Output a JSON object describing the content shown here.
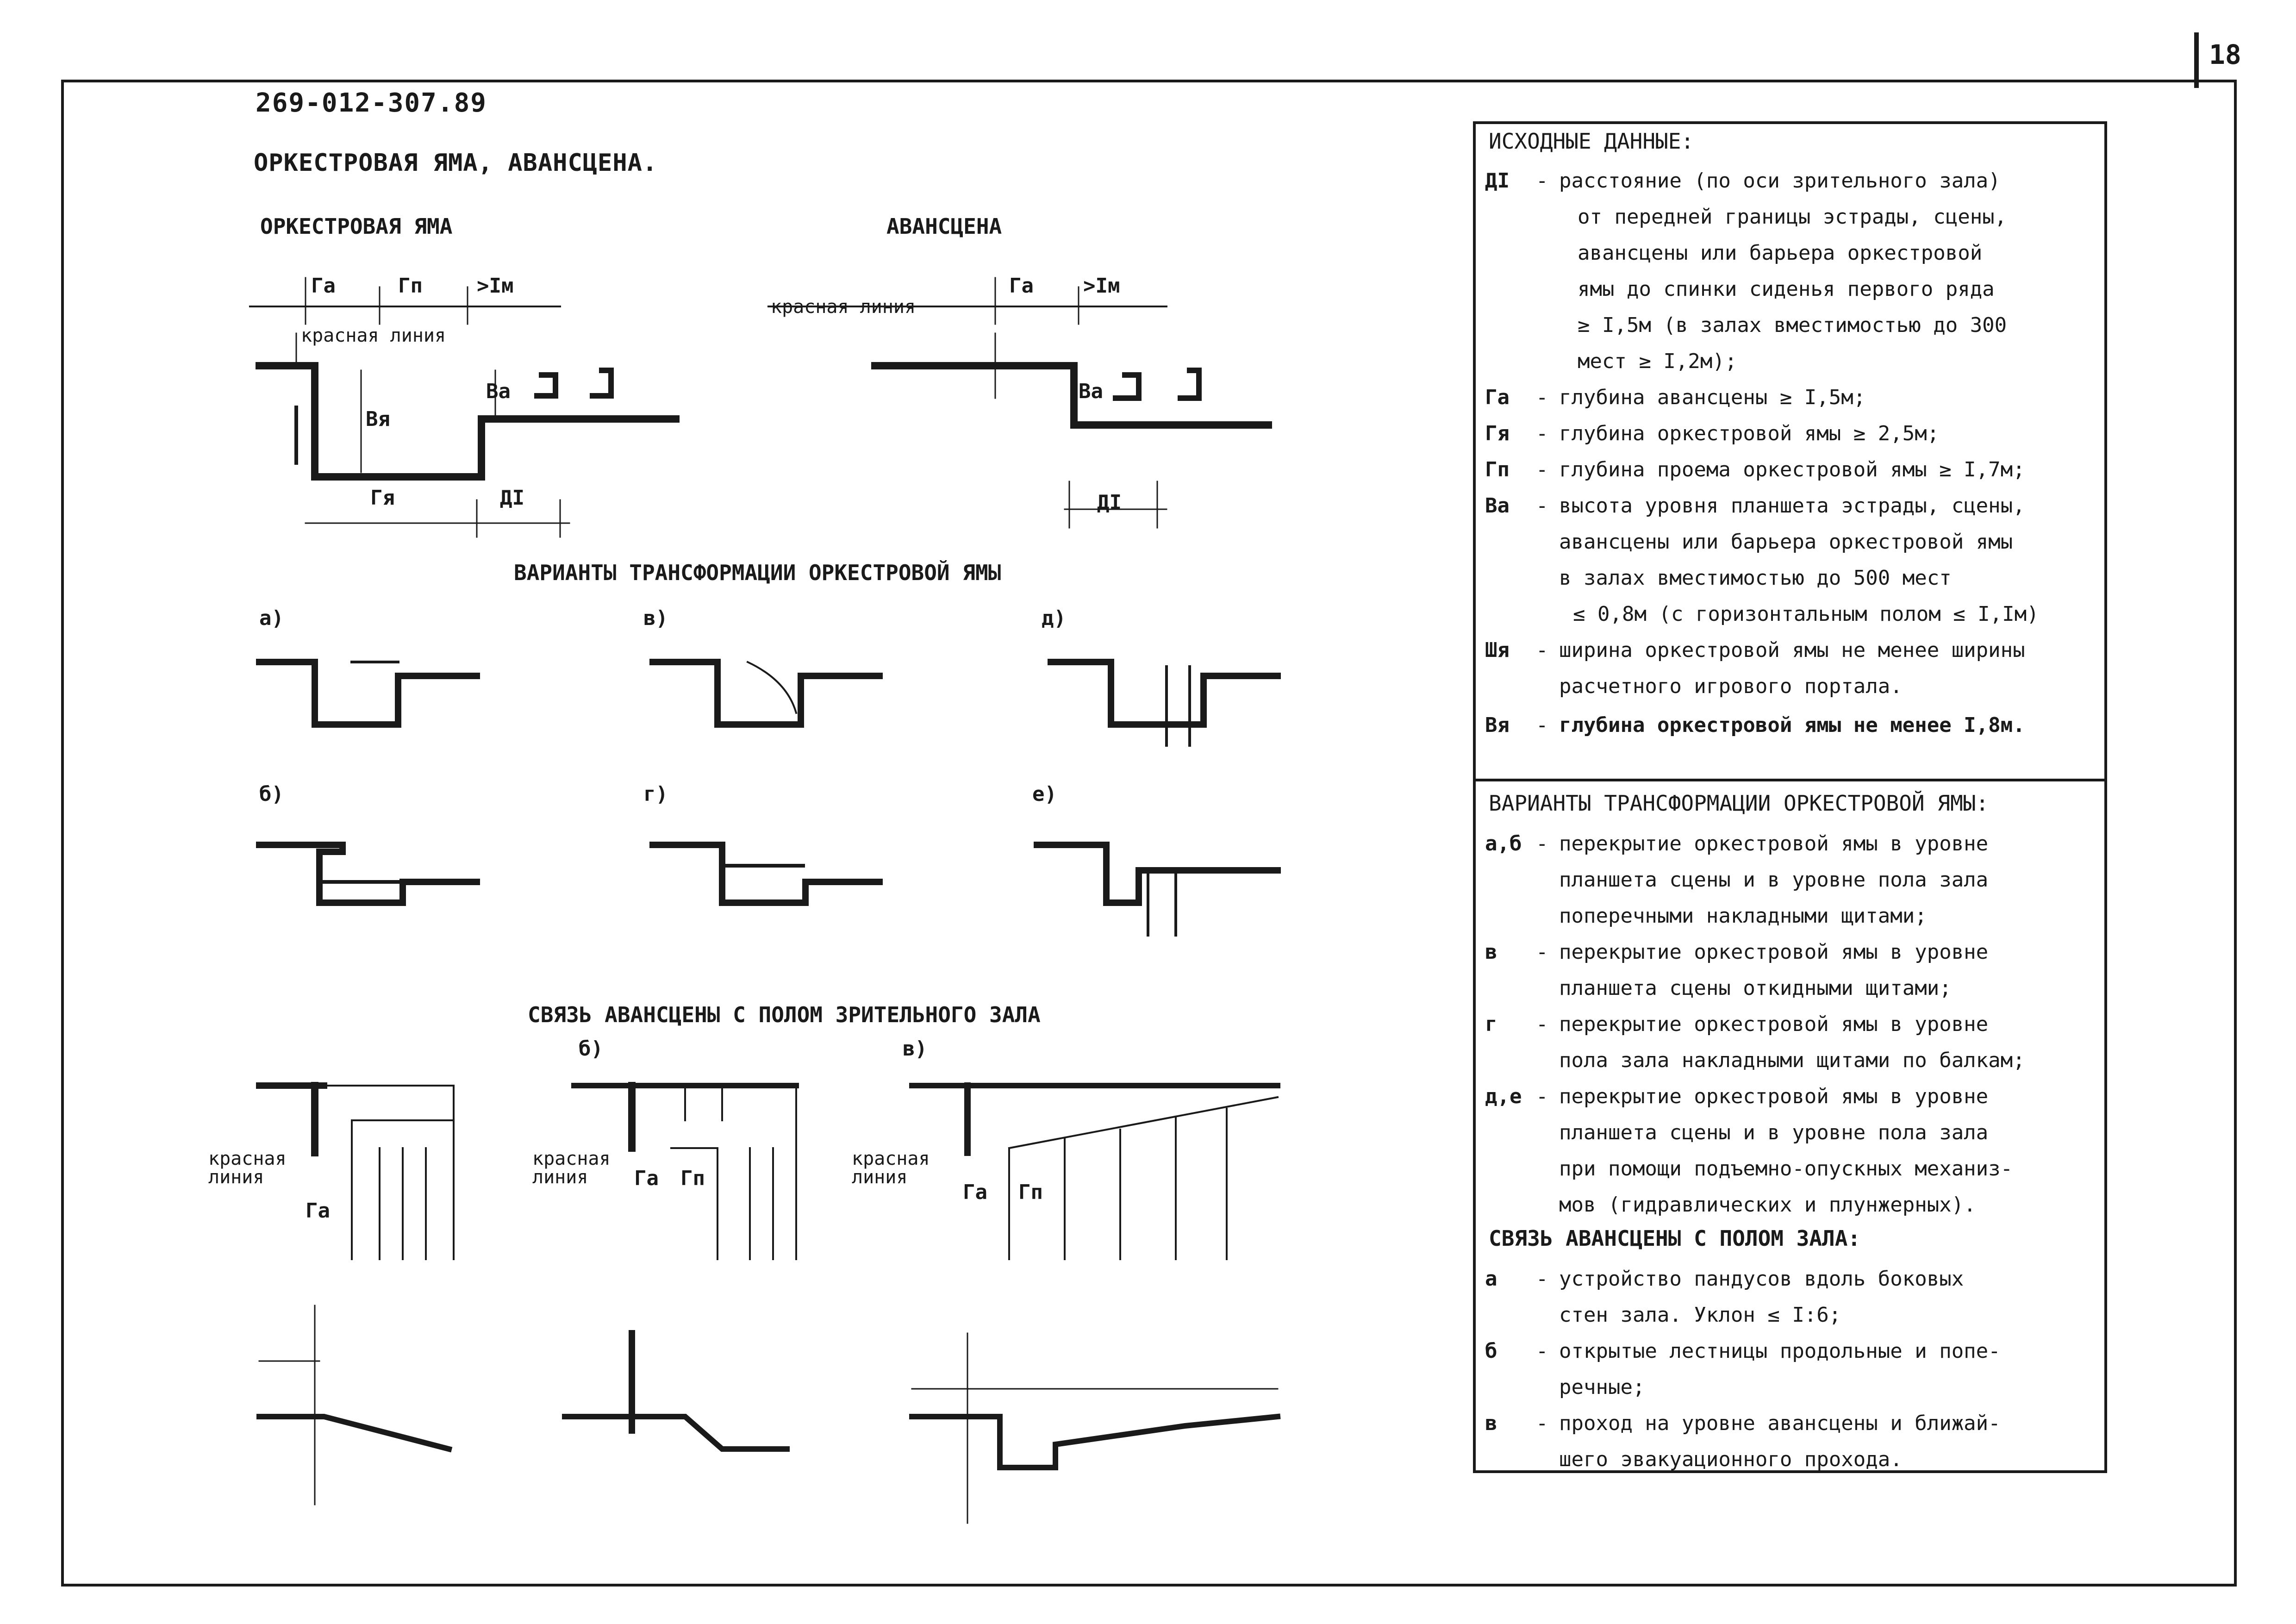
{
  "page_number": "18",
  "document_code": "269-012-307.89",
  "sheet_title": "ОРКЕСТРОВАЯ ЯМА, АВАНСЦЕНА.",
  "figures": {
    "pit_title": "ОРКЕСТРОВАЯ ЯМА",
    "forestage_title": "АВАНСЦЕНА",
    "transform_title": "ВАРИАНТЫ ТРАНСФОРМАЦИИ ОРКЕСТРОВОЙ ЯМЫ",
    "link_title": "СВЯЗЬ АВАНСЦЕНЫ С ПОЛОМ ЗРИТЕЛЬНОГО ЗАЛА",
    "labels": {
      "ga": "Га",
      "gp": "Гп",
      "gya": "Гя",
      "bya": "Вя",
      "ba": "Ва",
      "d1": "ДI",
      "min1m": ">Iм",
      "red_line": "красная линия",
      "red_line_l1": "красная",
      "red_line_l2": "линия"
    },
    "variant_letters": [
      "а)",
      "б)",
      "в)",
      "г)",
      "д)",
      "е)"
    ]
  },
  "initial_data": {
    "heading": "ИСХОДНЫЕ ДАННЫЕ:",
    "items": [
      {
        "term": "ДI",
        "lines": [
          "расстояние (по оси зрительного зала)",
          "от передней границы эстрады, сцены,",
          "авансцены или барьера оркестровой",
          "ямы до спинки сиденья первого ряда",
          "≥ I,5м (в залах вместимостью до 300",
          "мест ≥ I,2м);"
        ]
      },
      {
        "term": "Га",
        "lines": [
          "глубина авансцены ≥ I,5м;"
        ]
      },
      {
        "term": "Гя",
        "lines": [
          "глубина оркестровой ямы ≥ 2,5м;"
        ]
      },
      {
        "term": "Гп",
        "lines": [
          "глубина проема оркестровой ямы ≥ I,7м;"
        ]
      },
      {
        "term": "Ва",
        "lines": [
          "высота уровня планшета эстрады, сцены,",
          "авансцены или барьера оркестровой ямы",
          "в залах вместимостью до 500 мест",
          "≤ 0,8м (с горизонтальным полом ≤ I,Iм)"
        ]
      },
      {
        "term": "Шя",
        "lines": [
          "ширина оркестровой ямы не менее ширины",
          "расчетного игрового портала."
        ]
      },
      {
        "term": "Вя",
        "lines": [
          "глубина оркестровой ямы не менее I,8м."
        ]
      }
    ]
  },
  "variants": {
    "heading": "ВАРИАНТЫ ТРАНСФОРМАЦИИ ОРКЕСТРОВОЙ ЯМЫ:",
    "items": [
      {
        "term": "а,б",
        "lines": [
          "перекрытие оркестровой ямы в уровне",
          "планшета сцены и в уровне пола зала",
          "поперечными накладными щитами;"
        ]
      },
      {
        "term": "в",
        "lines": [
          "перекрытие оркестровой ямы в уровне",
          "планшета сцены откидными щитами;"
        ]
      },
      {
        "term": "г",
        "lines": [
          "перекрытие оркестровой ямы в уровне",
          "пола зала накладными щитами по балкам;"
        ]
      },
      {
        "term": "д,е",
        "lines": [
          "перекрытие оркестровой ямы в уровне",
          "планшета сцены и в уровне пола зала",
          "при помощи подъемно-опускных механиз-",
          "мов (гидравлических и плунжерных)."
        ]
      }
    ],
    "link_heading": "СВЯЗЬ АВАНСЦЕНЫ С ПОЛОМ ЗАЛА:",
    "link_items": [
      {
        "term": "а",
        "lines": [
          "устройство пандусов вдоль боковых",
          "стен зала. Уклон ≤ I:6;"
        ]
      },
      {
        "term": "б",
        "lines": [
          "открытые лестницы продольные и попе-",
          "речные;"
        ]
      },
      {
        "term": "в",
        "lines": [
          "проход на уровне авансцены и ближай-",
          "шего эвакуационного прохода."
        ]
      }
    ]
  }
}
